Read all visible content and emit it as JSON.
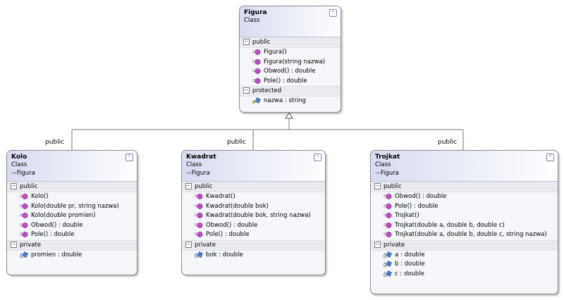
{
  "classes": {
    "figura": {
      "name": "Figura",
      "type": "Class",
      "sections": [
        {
          "label": "public",
          "members": [
            "Figura()",
            "Figura(string nazwa)",
            "Obwod() : double",
            "Pole() : double"
          ]
        },
        {
          "label": "protected",
          "members": [
            "nazwa : string"
          ]
        }
      ]
    },
    "kolo": {
      "name": "Kolo",
      "type": "Class",
      "base": "Figura",
      "sections": [
        {
          "label": "public",
          "members": [
            "Kolo()",
            "Kolo(double pr, string nazwa)",
            "Kolo(double promien)",
            "Obwod() : double",
            "Pole() : double"
          ]
        },
        {
          "label": "private",
          "members": [
            "promien : double"
          ]
        }
      ]
    },
    "kwadrat": {
      "name": "Kwadrat",
      "type": "Class",
      "base": "Figura",
      "sections": [
        {
          "label": "public",
          "members": [
            "Kwadrat()",
            "Kwadrat(double bok)",
            "Kwadrat(double bok, string nazwa)",
            "Obwod() : double",
            "Pole() : double"
          ]
        },
        {
          "label": "private",
          "members": [
            "bok : double"
          ]
        }
      ]
    },
    "trojkat": {
      "name": "Trojkat",
      "type": "Class",
      "base": "Figura",
      "sections": [
        {
          "label": "public",
          "members": [
            "Obwod() : double",
            "Pole() : double",
            "Trojkat()",
            "Trojkat(double a, double b, double c)",
            "Trojkat(double a, double b, double c, string nazwa)"
          ]
        },
        {
          "label": "private",
          "members": [
            "a : double",
            "b : double",
            "c : double"
          ]
        }
      ]
    }
  },
  "inheritance_labels": {
    "kolo": "public",
    "kwadrat": "public",
    "trojkat": "public"
  },
  "symbols": {
    "collapse": "⌃",
    "minus": "−",
    "base_arrow": "⇾"
  }
}
